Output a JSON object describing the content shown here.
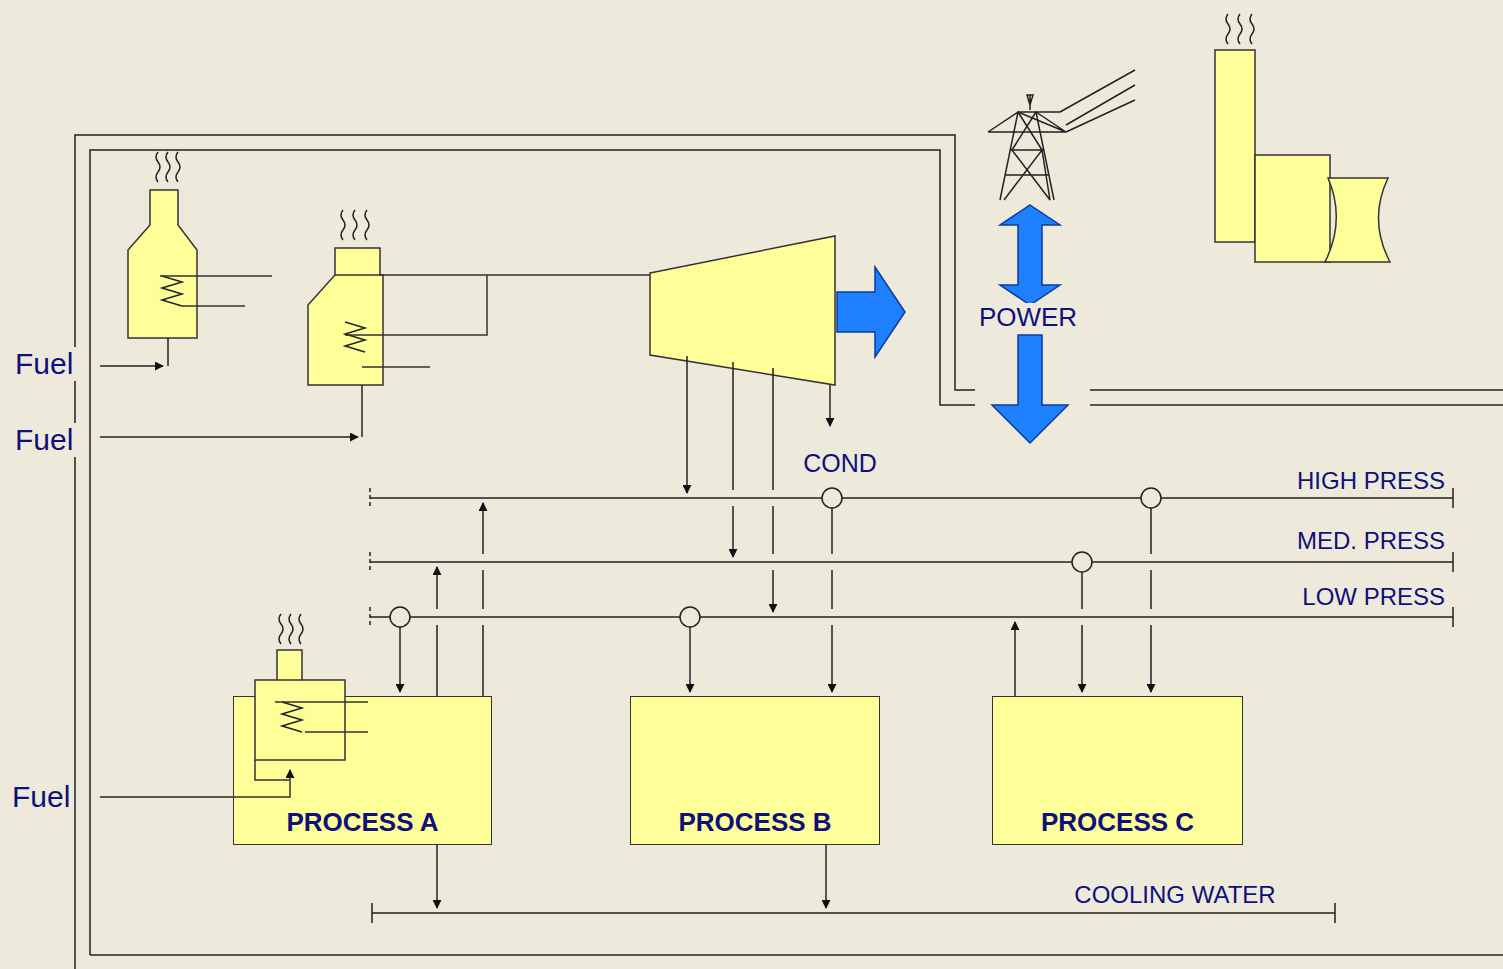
{
  "diagram": {
    "nodes": [
      {
        "text": [
          "PROCESS A"
        ]
      },
      {
        "text": [
          "PROCESS B"
        ]
      },
      {
        "text": [
          "PROCESS C"
        ]
      }
    ],
    "labels": [
      "Fuel",
      "Fuel",
      "Fuel",
      "POWER",
      "COND",
      "HIGH PRESS",
      "MED. PRESS",
      "LOW PRESS",
      "COOLING WATER"
    ]
  }
}
